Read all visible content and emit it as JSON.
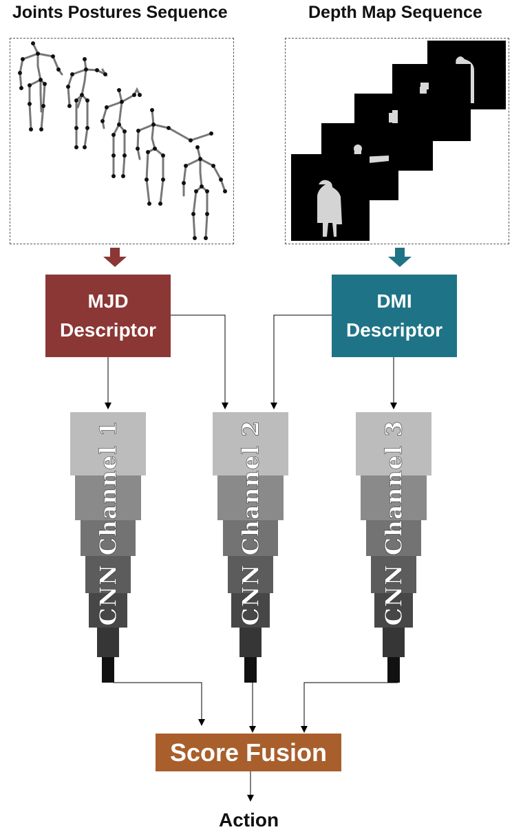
{
  "inputs": {
    "left_title": "Joints Postures Sequence",
    "right_title": "Depth Map Sequence"
  },
  "descriptors": {
    "mjd": {
      "line1": "MJD",
      "line2": "Descriptor",
      "color": "#8b3735"
    },
    "dmi": {
      "line1": "DMI",
      "line2": "Descriptor",
      "color": "#1f7386"
    }
  },
  "channels": [
    {
      "label": "CNN Channel 1"
    },
    {
      "label": "CNN Channel 2"
    },
    {
      "label": "CNN Channel 3"
    }
  ],
  "fusion": {
    "label": "Score Fusion",
    "color": "#a85f2c"
  },
  "output": {
    "label": "Action"
  },
  "colors": {
    "tower_tiers": [
      "#bcbcbc",
      "#8a8a8a",
      "#737373",
      "#5c5c5c",
      "#474747",
      "#363636",
      "#111111"
    ]
  }
}
